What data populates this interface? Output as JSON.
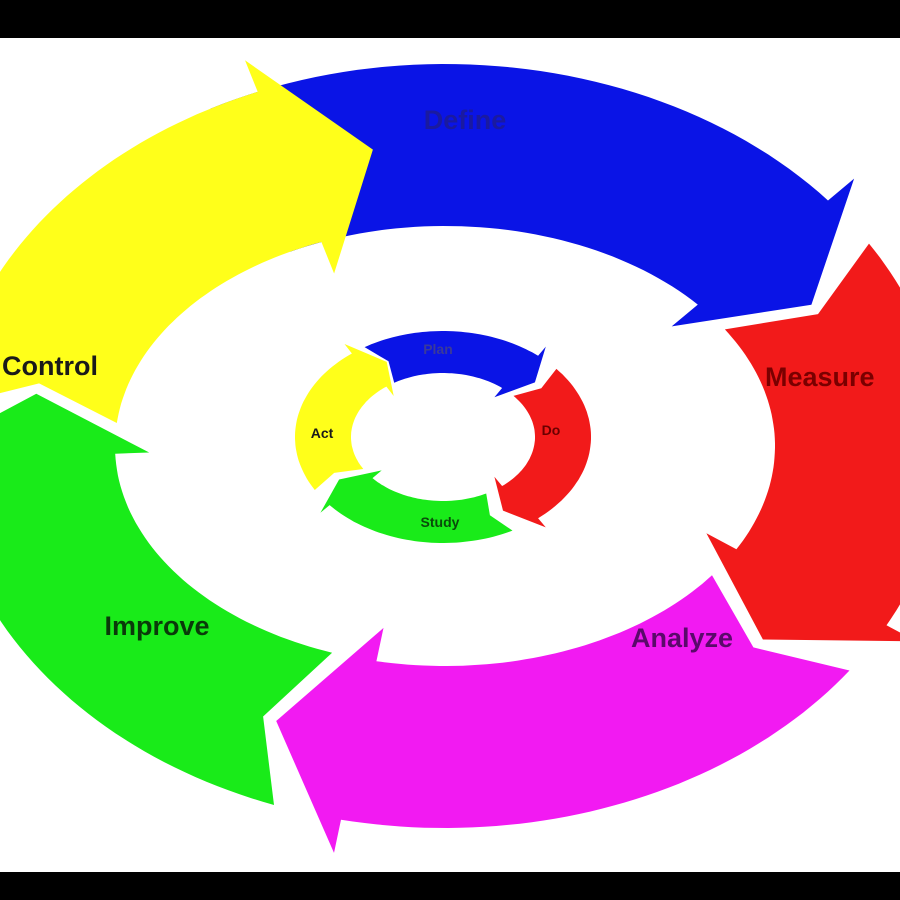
{
  "outer_cycle": [
    {
      "label": "Define",
      "color": "#0a14e6",
      "text_color": "#1a1aa0"
    },
    {
      "label": "Measure",
      "color": "#f21a1a",
      "text_color": "#7a0000"
    },
    {
      "label": "Analyze",
      "color": "#f21af2",
      "text_color": "#5a0a6a"
    },
    {
      "label": "Improve",
      "color": "#19eb19",
      "text_color": "#0a3a0a"
    },
    {
      "label": "Control",
      "color": "#ffff1a",
      "text_color": "#1a1a1a"
    }
  ],
  "inner_cycle": [
    {
      "label": "Plan",
      "color": "#0a14e6",
      "text_color": "#3a3a9a"
    },
    {
      "label": "Do",
      "color": "#f21a1a",
      "text_color": "#6a0000"
    },
    {
      "label": "Study",
      "color": "#19eb19",
      "text_color": "#0a4a0a"
    },
    {
      "label": "Act",
      "color": "#ffff1a",
      "text_color": "#1a1a1a"
    }
  ],
  "colors": {
    "background": "#ffffff",
    "frame": "#000000"
  }
}
